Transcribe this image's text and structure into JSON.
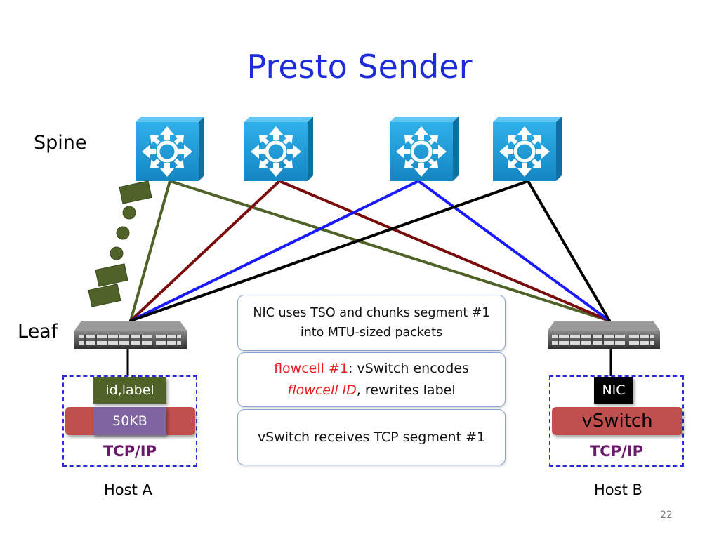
{
  "title": "Presto Sender",
  "labels": {
    "spine": "Spine",
    "leaf": "Leaf",
    "host_a": "Host A",
    "host_b": "Host B"
  },
  "host_a": {
    "stack": "TCP/IP",
    "tag_top": "id,label",
    "tag_bottom": "50KB"
  },
  "host_b": {
    "stack": "TCP/IP",
    "vswitch": "vSwitch",
    "nic": "NIC"
  },
  "steps": {
    "step1": "vSwitch receives TCP segment #1",
    "step2": {
      "part1": "flowcell #1",
      "part2": ": vSwitch encodes",
      "part3": "flowcell ID",
      "part4": ", rewrites label"
    },
    "step3": {
      "line1": "NIC uses TSO and chunks segment #1",
      "line2": "into MTU-sized packets"
    }
  },
  "page_number": "22",
  "colors": {
    "title": "#1c2bdc",
    "spine_switch": "#1d9bd6",
    "path_green": "#4f6228",
    "path_red": "#7a0c0c",
    "path_blue": "#1a1aff",
    "path_black": "#000000",
    "red_bar": "#c0504d",
    "tag_green": "#4f6228",
    "tag_purple": "#8064a2",
    "host_box_border": "#2b2bd8",
    "tcpip_text": "#6b1a6b"
  },
  "icons": {
    "spine": "router-switch-icon",
    "leaf": "rack-switch-icon",
    "packet": "packet-icon"
  }
}
